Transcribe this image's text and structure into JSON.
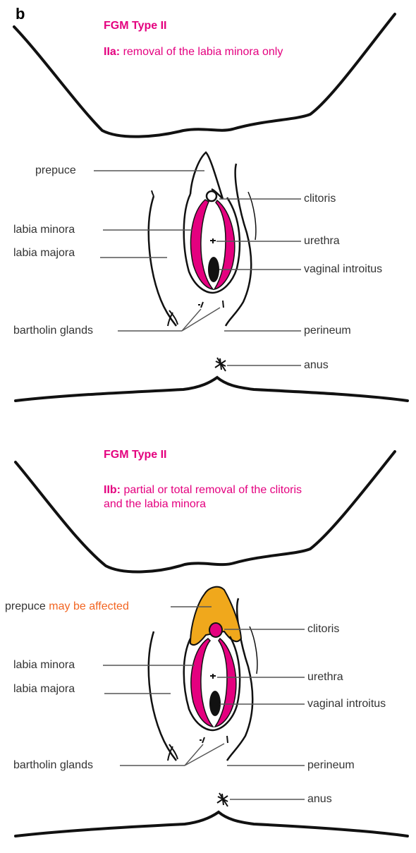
{
  "panel_letter": "b",
  "colors": {
    "magenta": "#e4007f",
    "orange_prepuce": "#f0a81c",
    "orange_text": "#f26522",
    "label_text": "#333333",
    "leader_line": "#555555",
    "outline": "#1a1a1a"
  },
  "panels": [
    {
      "title": "FGM Type II",
      "subtype_code": "IIa:",
      "subtype_desc": "removal of the labia minora only",
      "labels": {
        "prepuce": "prepuce",
        "clitoris": "clitoris",
        "labia_minora": "labia minora",
        "urethra": "urethra",
        "labia_majora": "labia majora",
        "vaginal_introitus": "vaginal introitus",
        "bartholin_glands": "bartholin glands",
        "perineum": "perineum",
        "anus": "anus"
      }
    },
    {
      "title": "FGM Type II",
      "subtype_code": "IIb:",
      "subtype_desc": "partial or total removal of the clitoris and the labia minora",
      "labels": {
        "prepuce": "prepuce",
        "prepuce_note": "may be affected",
        "clitoris": "clitoris",
        "labia_minora": "labia minora",
        "urethra": "urethra",
        "labia_majora": "labia majora",
        "vaginal_introitus": "vaginal introitus",
        "bartholin_glands": "bartholin glands",
        "perineum": "perineum",
        "anus": "anus"
      }
    }
  ]
}
